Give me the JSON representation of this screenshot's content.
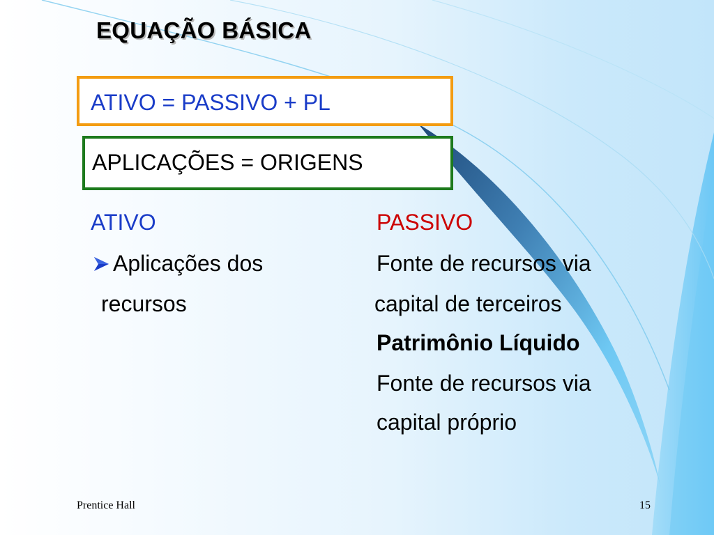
{
  "slide": {
    "title": "EQUAÇÃO BÁSICA",
    "equation_1": "ATIVO = PASSIVO + PL",
    "equation_2": "APLICAÇÕES = ORIGENS",
    "ativo": {
      "heading": "ATIVO",
      "description_line_1": "Aplicações dos",
      "description_line_2": "recursos"
    },
    "passivo": {
      "heading": "PASSIVO",
      "description_line_1": "Fonte de recursos via",
      "description_line_2": "capital de terceiros"
    },
    "patrimonio_liquido": {
      "heading": "Patrimônio Líquido",
      "description_line_1": "Fonte de recursos via",
      "description_line_2": "capital próprio"
    }
  },
  "footer": {
    "publisher": "Prentice Hall",
    "page_number": "15"
  },
  "colors": {
    "equation_1_text": "#1a3cc8",
    "equation_1_border": "#f39c12",
    "equation_2_border": "#1d7a1d",
    "ativo_heading": "#1a3cc8",
    "passivo_heading": "#cc0000",
    "bullet_arrow": "#1a3cc8",
    "background_accent": "#5ec3f5"
  },
  "icons": {
    "bullet": "arrow-bullet-icon"
  }
}
